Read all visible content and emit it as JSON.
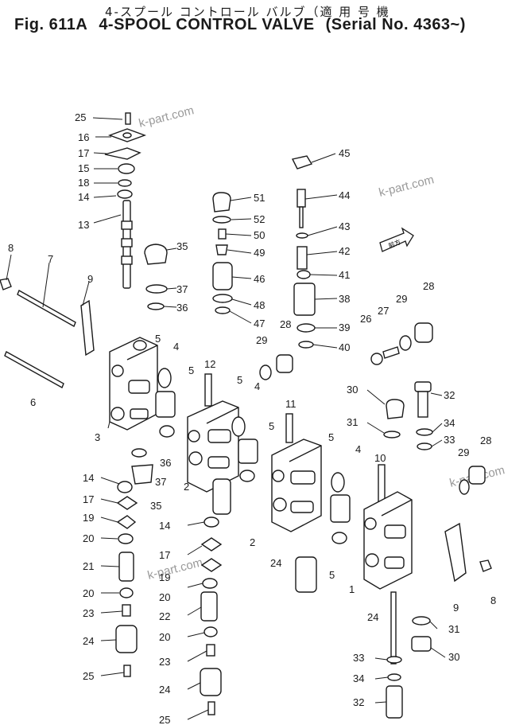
{
  "header": {
    "title_jp": "4-スプール コントロール バルブ（適 用 号 機",
    "fig_label": "Fig. 611A",
    "title_en": "4-SPOOL CONTROL VALVE",
    "serial": "(Serial No. 4363~)"
  },
  "watermarks": [
    {
      "text": "k-part.com"
    },
    {
      "text": "k-part.com"
    },
    {
      "text": "k-part.com"
    },
    {
      "text": "k-part.com"
    }
  ],
  "direction_arrow": {
    "text": "前方"
  },
  "callouts": [
    {
      "label": "25"
    },
    {
      "label": "16"
    },
    {
      "label": "17"
    },
    {
      "label": "15"
    },
    {
      "label": "18"
    },
    {
      "label": "14"
    },
    {
      "label": "13"
    },
    {
      "label": "8"
    },
    {
      "label": "7"
    },
    {
      "label": "9"
    },
    {
      "label": "6"
    },
    {
      "label": "3"
    },
    {
      "label": "35"
    },
    {
      "label": "37"
    },
    {
      "label": "36"
    },
    {
      "label": "5"
    },
    {
      "label": "4"
    },
    {
      "label": "5"
    },
    {
      "label": "12"
    },
    {
      "label": "36"
    },
    {
      "label": "37"
    },
    {
      "label": "35"
    },
    {
      "label": "14"
    },
    {
      "label": "17"
    },
    {
      "label": "19"
    },
    {
      "label": "20"
    },
    {
      "label": "21"
    },
    {
      "label": "20"
    },
    {
      "label": "23"
    },
    {
      "label": "24"
    },
    {
      "label": "25"
    },
    {
      "label": "2"
    },
    {
      "label": "14"
    },
    {
      "label": "17"
    },
    {
      "label": "19"
    },
    {
      "label": "20"
    },
    {
      "label": "22"
    },
    {
      "label": "20"
    },
    {
      "label": "23"
    },
    {
      "label": "24"
    },
    {
      "label": "25"
    },
    {
      "label": "51"
    },
    {
      "label": "52"
    },
    {
      "label": "50"
    },
    {
      "label": "49"
    },
    {
      "label": "46"
    },
    {
      "label": "48"
    },
    {
      "label": "47"
    },
    {
      "label": "29"
    },
    {
      "label": "5"
    },
    {
      "label": "4"
    },
    {
      "label": "5"
    },
    {
      "label": "28"
    },
    {
      "label": "11"
    },
    {
      "label": "2"
    },
    {
      "label": "24"
    },
    {
      "label": "45"
    },
    {
      "label": "44"
    },
    {
      "label": "43"
    },
    {
      "label": "42"
    },
    {
      "label": "41"
    },
    {
      "label": "38"
    },
    {
      "label": "39"
    },
    {
      "label": "40"
    },
    {
      "label": "26"
    },
    {
      "label": "27"
    },
    {
      "label": "29"
    },
    {
      "label": "28"
    },
    {
      "label": "30"
    },
    {
      "label": "32"
    },
    {
      "label": "31"
    },
    {
      "label": "34"
    },
    {
      "label": "33"
    },
    {
      "label": "5"
    },
    {
      "label": "4"
    },
    {
      "label": "10"
    },
    {
      "label": "29"
    },
    {
      "label": "28"
    },
    {
      "label": "5"
    },
    {
      "label": "1"
    },
    {
      "label": "24"
    },
    {
      "label": "9"
    },
    {
      "label": "8"
    },
    {
      "label": "31"
    },
    {
      "label": "30"
    },
    {
      "label": "33"
    },
    {
      "label": "34"
    },
    {
      "label": "32"
    }
  ]
}
